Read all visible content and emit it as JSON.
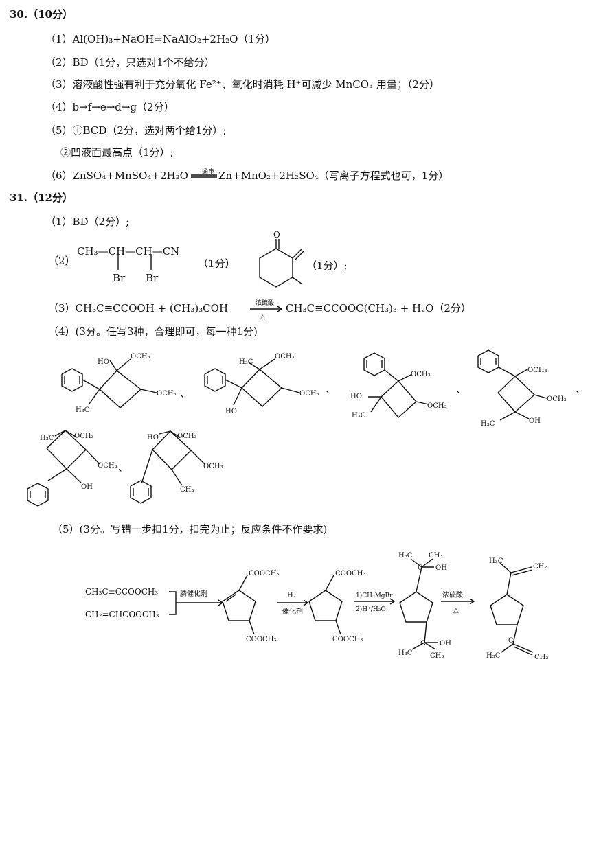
{
  "q30": {
    "heading": "30.（10分）",
    "l1": "（1）Al(OH)₃+NaOH=NaAlO₂+2H₂O（1分）",
    "l2": "（2）BD（1分，只选对1个不给分）",
    "l3": "（3）溶液酸性强有利于充分氧化 Fe²⁺、氧化时消耗 H⁺可减少 MnCO₃ 用量；（2分）",
    "l4": "（4）b→f→e→d→g（2分）",
    "l5": "（5）①BCD（2分，选对两个给1分）;",
    "l5b": "②凹液面最高点（1分）;",
    "l6a": "（6）ZnSO₄+MnSO₄+2H₂O",
    "l6cond": "通电",
    "l6b": "Zn+MnO₂+2H₂SO₄（写离子方程式也可，1分）"
  },
  "q31": {
    "heading": "31.（12分）",
    "l1": "（1）BD（2分）;",
    "l2_label": "（2）",
    "l2_f1_top": "CH₃—CH—CH—CN",
    "l2_br1": "Br",
    "l2_br2": "Br",
    "l2_score1": "（1分）",
    "l2_score2": "（1分）;",
    "l3a": "（3）CH₃C≡CCOOH + (CH₃)₃COH",
    "l3cond_top": "浓硫酸",
    "l3cond_bot": "△",
    "l3b": "CH₃C≡CCOOC(CH₃)₃ + H₂O（2分）",
    "l4": "（4）(3分。任写3种，合理即可，每一种1分)",
    "l5": "（5）(3分。写错一步扣1分，扣完为止；反应条件不作要求)"
  },
  "labels": {
    "och3": "OCH₃",
    "ho": "HO",
    "oh": "OH",
    "h3c": "H₃C",
    "ch3": "CH₃",
    "o": "O",
    "sep": "、"
  },
  "scheme": {
    "r1": "CH₃C≡CCOOCH₃",
    "r2": "CH₂=CHCOOCH₃",
    "cat1": "膦催化剂",
    "cooch3": "COOCH₃",
    "h2": "H₂",
    "cat2": "催化剂",
    "grig1": "1)CH₃MgBr",
    "grig2": "2)H⁺/H₂O",
    "acid": "浓硫酸",
    "heat": "△",
    "h3c": "H₃C",
    "ch3": "CH₃",
    "oh": "OH",
    "c": "C",
    "ch2": "CH₂"
  }
}
